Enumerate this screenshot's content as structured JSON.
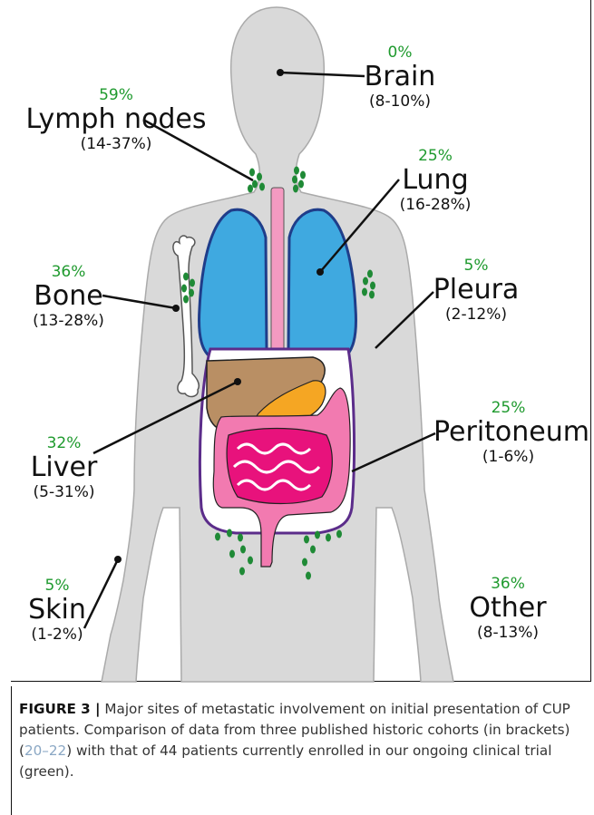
{
  "labels": {
    "brain": {
      "percent": "0%",
      "name": "Brain",
      "range": "(8-10%)"
    },
    "lymph": {
      "percent": "59%",
      "name": "Lymph nodes",
      "range": "(14-37%)"
    },
    "lung": {
      "percent": "25%",
      "name": "Lung",
      "range": "(16-28%)"
    },
    "bone": {
      "percent": "36%",
      "name": "Bone",
      "range": "(13-28%)"
    },
    "pleura": {
      "percent": "5%",
      "name": "Pleura",
      "range": "(2-12%)"
    },
    "peritoneum": {
      "percent": "25%",
      "name": "Peritoneum",
      "range": "(1-6%)"
    },
    "liver": {
      "percent": "32%",
      "name": "Liver",
      "range": "(5-31%)"
    },
    "skin": {
      "percent": "5%",
      "name": "Skin",
      "range": "(1-2%)"
    },
    "other": {
      "percent": "36%",
      "name": "Other",
      "range": "(8-13%)"
    }
  },
  "caption": {
    "heading": "FIGURE 3 |",
    "text_before_refs": " Major sites of metastatic involvement on initial presentation of CUP patients. Comparison of data from three published historic cohorts (in brackets) (",
    "refs": "20–22",
    "text_after_refs": ") with that of 44 patients currently enrolled in our ongoing clinical trial (green)."
  },
  "colors": {
    "body": "#d9d9d9",
    "lung": "#3fa9e0",
    "liver": "#b98f64",
    "gallbladder": "#f5a623",
    "intestine": "#e8127c",
    "colon": "#f27ab0",
    "esophagus": "#f49ac1",
    "membrane": "#5b2c8a",
    "metastasis": "#1f8a36",
    "green_text": "#1f9a2e"
  }
}
